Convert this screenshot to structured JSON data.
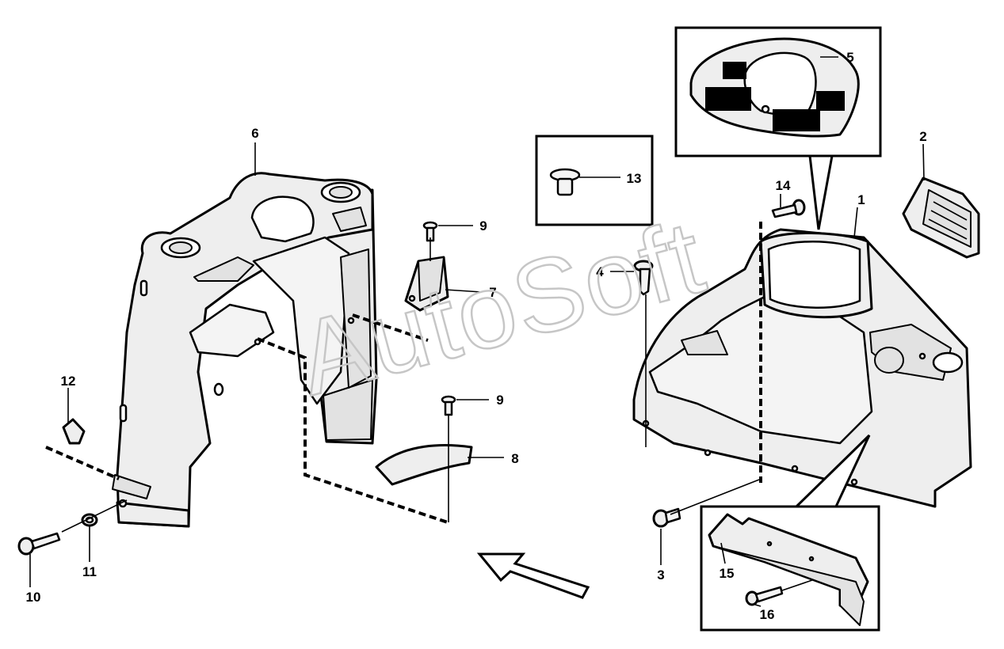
{
  "watermark": "AutoSoft",
  "callouts": {
    "c1": "1",
    "c2": "2",
    "c3": "3",
    "c4": "4",
    "c5": "5",
    "c6": "6",
    "c7": "7",
    "c8": "8",
    "c9a": "9",
    "c9b": "9",
    "c10": "10",
    "c11": "11",
    "c12": "12",
    "c13": "13",
    "c14": "14",
    "c15": "15",
    "c16": "16"
  }
}
